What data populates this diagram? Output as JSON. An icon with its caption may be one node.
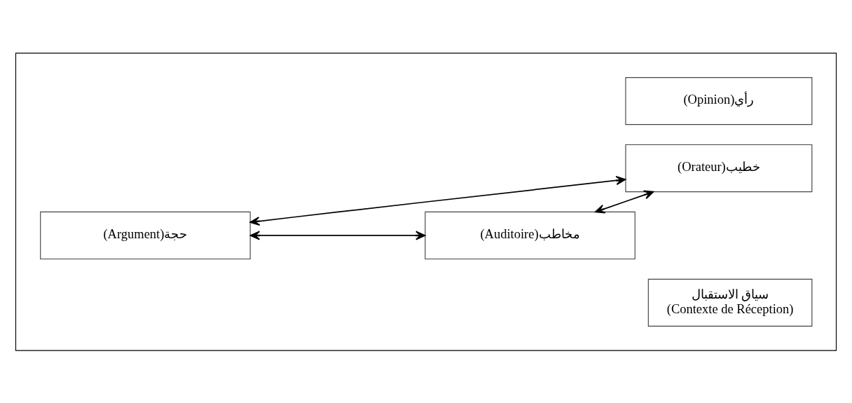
{
  "diagram": {
    "nodes": [
      {
        "text": [],
        "shape": "box"
      },
      {
        "text": [
          "(Opinion)رأي"
        ],
        "in": 0
      },
      {
        "text": [
          "(Orateur)خطيب"
        ],
        "in": 0
      },
      {
        "text": [
          "(Argument)حجة"
        ],
        "in": 0
      },
      {
        "text": [
          "(Auditoire)مخاطب"
        ],
        "in": 0
      },
      {
        "text": [
          "سياق الاستقبال",
          "(Contexte de Réception)"
        ],
        "in": 0
      }
    ],
    "edges": [
      {
        "from": 2,
        "to": 3,
        "arrow": "both"
      },
      {
        "from": 2,
        "to": 4,
        "arrow": "both"
      },
      {
        "from": 3,
        "to": 4,
        "arrow": "both"
      }
    ]
  }
}
